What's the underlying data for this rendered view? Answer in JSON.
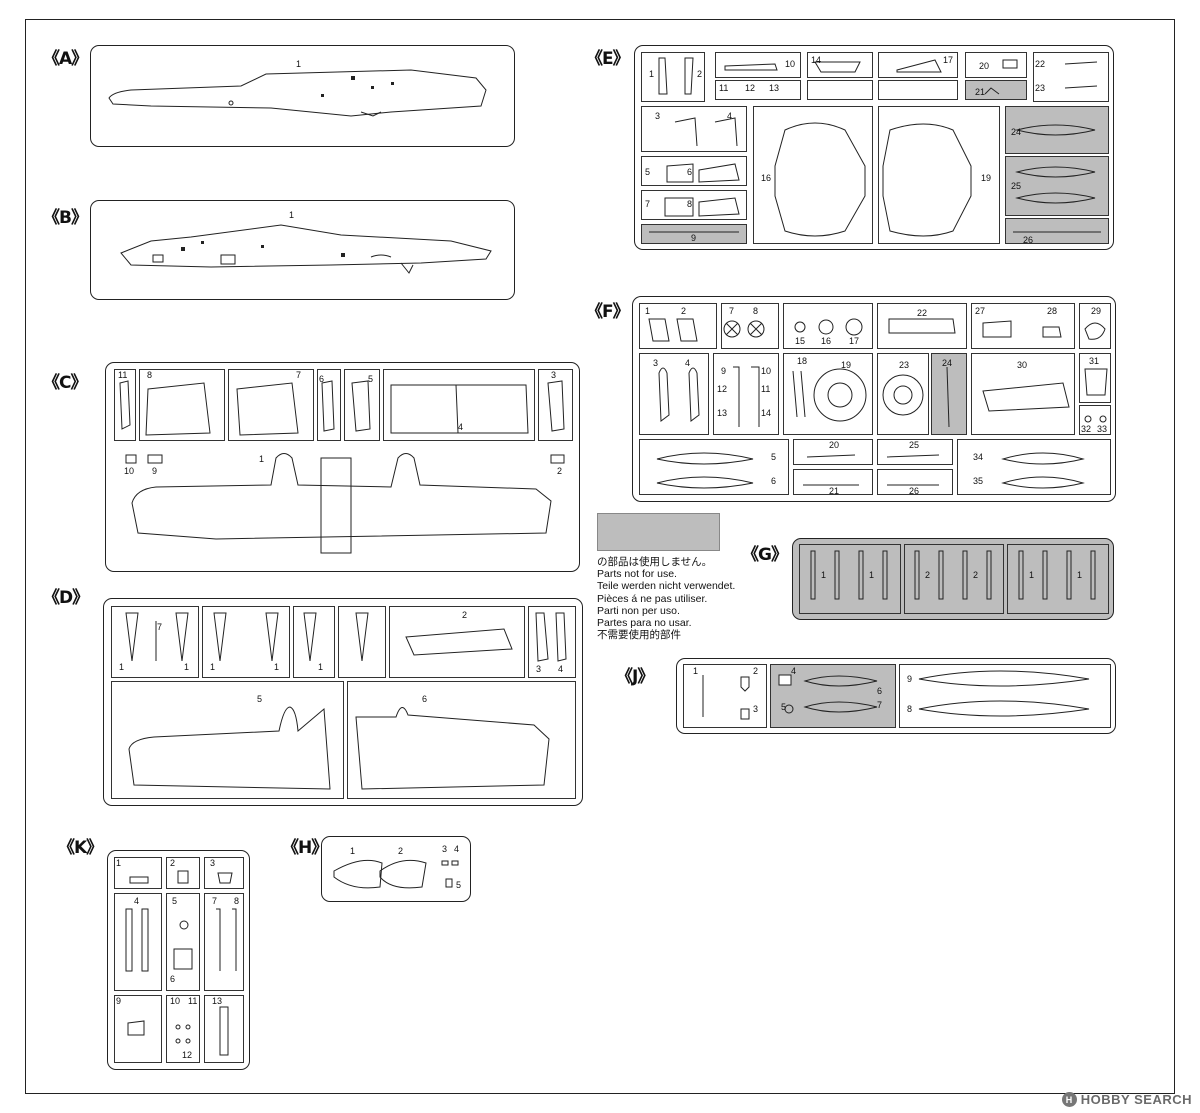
{
  "sprue_labels": {
    "A": "《A》",
    "B": "《B》",
    "C": "《C》",
    "D": "《D》",
    "E": "《E》",
    "F": "《F》",
    "G": "《G》",
    "J": "《J》",
    "K": "《K》",
    "H": "《H》"
  },
  "legend": {
    "swatch_color": "#bdbdbd",
    "lines": [
      "の部品は使用しません。",
      "Parts not for use.",
      "Teile werden nicht verwendet.",
      "Pièces á ne pas utiliser.",
      "Parti non per uso.",
      "Partes para no usar.",
      "不需要使用的部件"
    ]
  },
  "watermark": {
    "brand": "HOBBY SEARCH",
    "logo": "H"
  },
  "part_numbers": {
    "A": [
      "1"
    ],
    "B": [
      "1"
    ],
    "C": [
      "11",
      "8",
      "7",
      "6",
      "5",
      "4",
      "3",
      "10",
      "9",
      "1",
      "2"
    ],
    "D": [
      "7",
      "1",
      "1",
      "1",
      "1",
      "1",
      "2",
      "3",
      "4",
      "5",
      "6"
    ],
    "E": [
      "1",
      "2",
      "10",
      "11",
      "12",
      "13",
      "14",
      "17",
      "20",
      "21",
      "22",
      "23",
      "3",
      "4",
      "5",
      "6",
      "7",
      "8",
      "9",
      "16",
      "19",
      "24",
      "25",
      "26"
    ],
    "F": [
      "1",
      "2",
      "7",
      "8",
      "15",
      "16",
      "17",
      "22",
      "27",
      "28",
      "29",
      "3",
      "4",
      "9",
      "10",
      "12",
      "11",
      "13",
      "14",
      "18",
      "19",
      "23",
      "24",
      "30",
      "31",
      "32",
      "33",
      "5",
      "6",
      "20",
      "21",
      "25",
      "26",
      "34",
      "35"
    ],
    "G": [
      "1",
      "1",
      "2",
      "2",
      "1",
      "1"
    ],
    "J": [
      "1",
      "2",
      "3",
      "4",
      "5",
      "6",
      "7",
      "9",
      "8"
    ],
    "K": [
      "1",
      "2",
      "3",
      "4",
      "5",
      "7",
      "8",
      "6",
      "9",
      "10",
      "11",
      "12",
      "13"
    ],
    "H": [
      "1",
      "2",
      "3",
      "4",
      "5"
    ]
  }
}
